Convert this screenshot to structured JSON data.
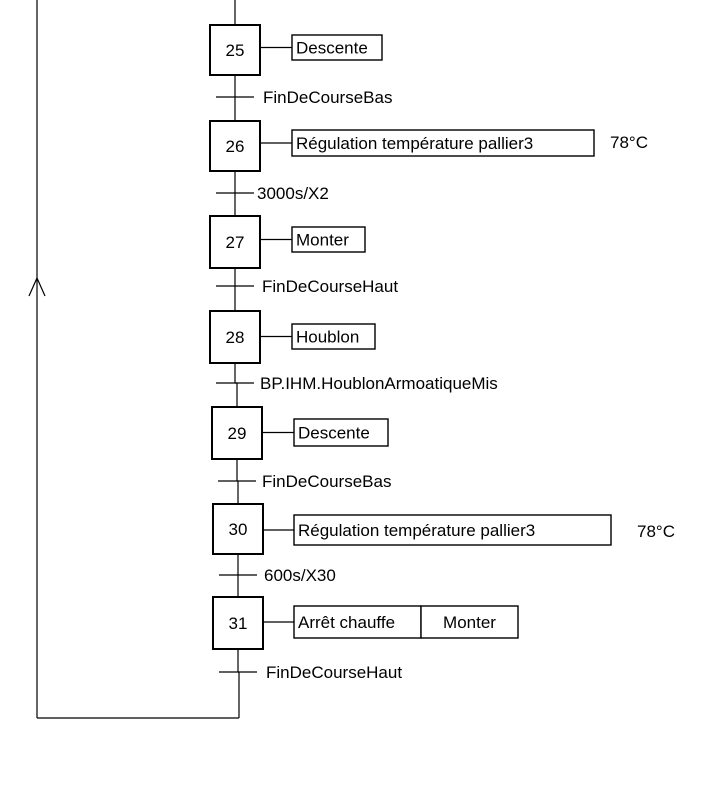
{
  "steps": [
    {
      "number": "25",
      "actions": [
        "Descente"
      ],
      "note": ""
    },
    {
      "number": "26",
      "actions": [
        "Régulation température pallier3"
      ],
      "note": "78°C"
    },
    {
      "number": "27",
      "actions": [
        "Monter"
      ],
      "note": ""
    },
    {
      "number": "28",
      "actions": [
        "Houblon"
      ],
      "note": ""
    },
    {
      "number": "29",
      "actions": [
        "Descente"
      ],
      "note": ""
    },
    {
      "number": "30",
      "actions": [
        "Régulation température pallier3"
      ],
      "note": "78°C"
    },
    {
      "number": "31",
      "actions": [
        "Arrêt chauffe",
        "Monter"
      ],
      "note": ""
    }
  ],
  "transitions": [
    "FinDeCourseBas",
    "3000s/X2",
    "FinDeCourseHaut",
    "BP.IHM.HoublonArmoatiqueMis",
    "FinDeCourseBas",
    "600s/X30",
    "FinDeCourseHaut"
  ]
}
